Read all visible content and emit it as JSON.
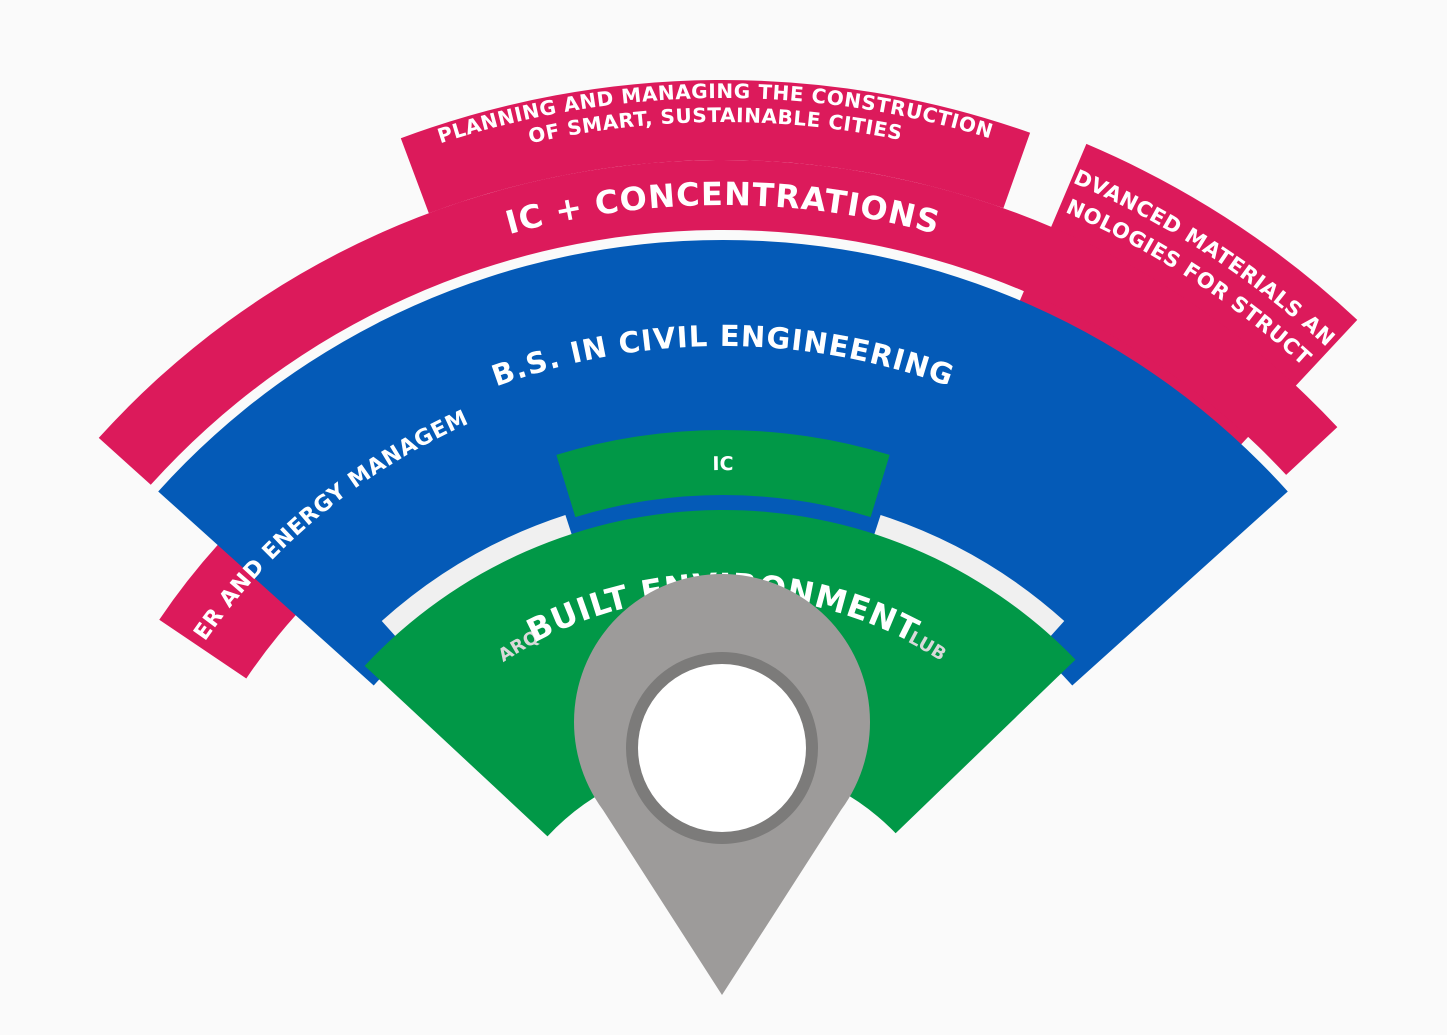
{
  "diagram": {
    "concentrations": {
      "water": [
        "WATER AND ENERGY MANAGEMENT"
      ],
      "planning": [
        "PLANNING AND MANAGING THE CONSTRUCTION",
        "OF SMART, SUSTAINABLE CITIES"
      ],
      "materials": [
        "ADVANCED MATERIALS AND",
        "TECHNOLOGIES FOR STRUCTURES"
      ]
    },
    "ic_concentrations": "IC + CONCENTRATIONS",
    "bs_civil": "B.S. IN CIVIL ENGINEERING",
    "ic": "IC",
    "arq": "ARQ",
    "lub": "LUB",
    "built_environment": "BUILT ENVIRONMENT",
    "colors": {
      "background": "#fafafa",
      "magenta": "#dc1a5b",
      "blue": "#045ab7",
      "green": "#019847",
      "light_gray": "#f0f0f0",
      "light_gray_text": "#d9d9d9",
      "pin_gray": "#9d9b9a",
      "pin_ring": "#7c7b7a",
      "white": "#ffffff"
    },
    "icons": {
      "pin": "location-pin-icon"
    }
  }
}
